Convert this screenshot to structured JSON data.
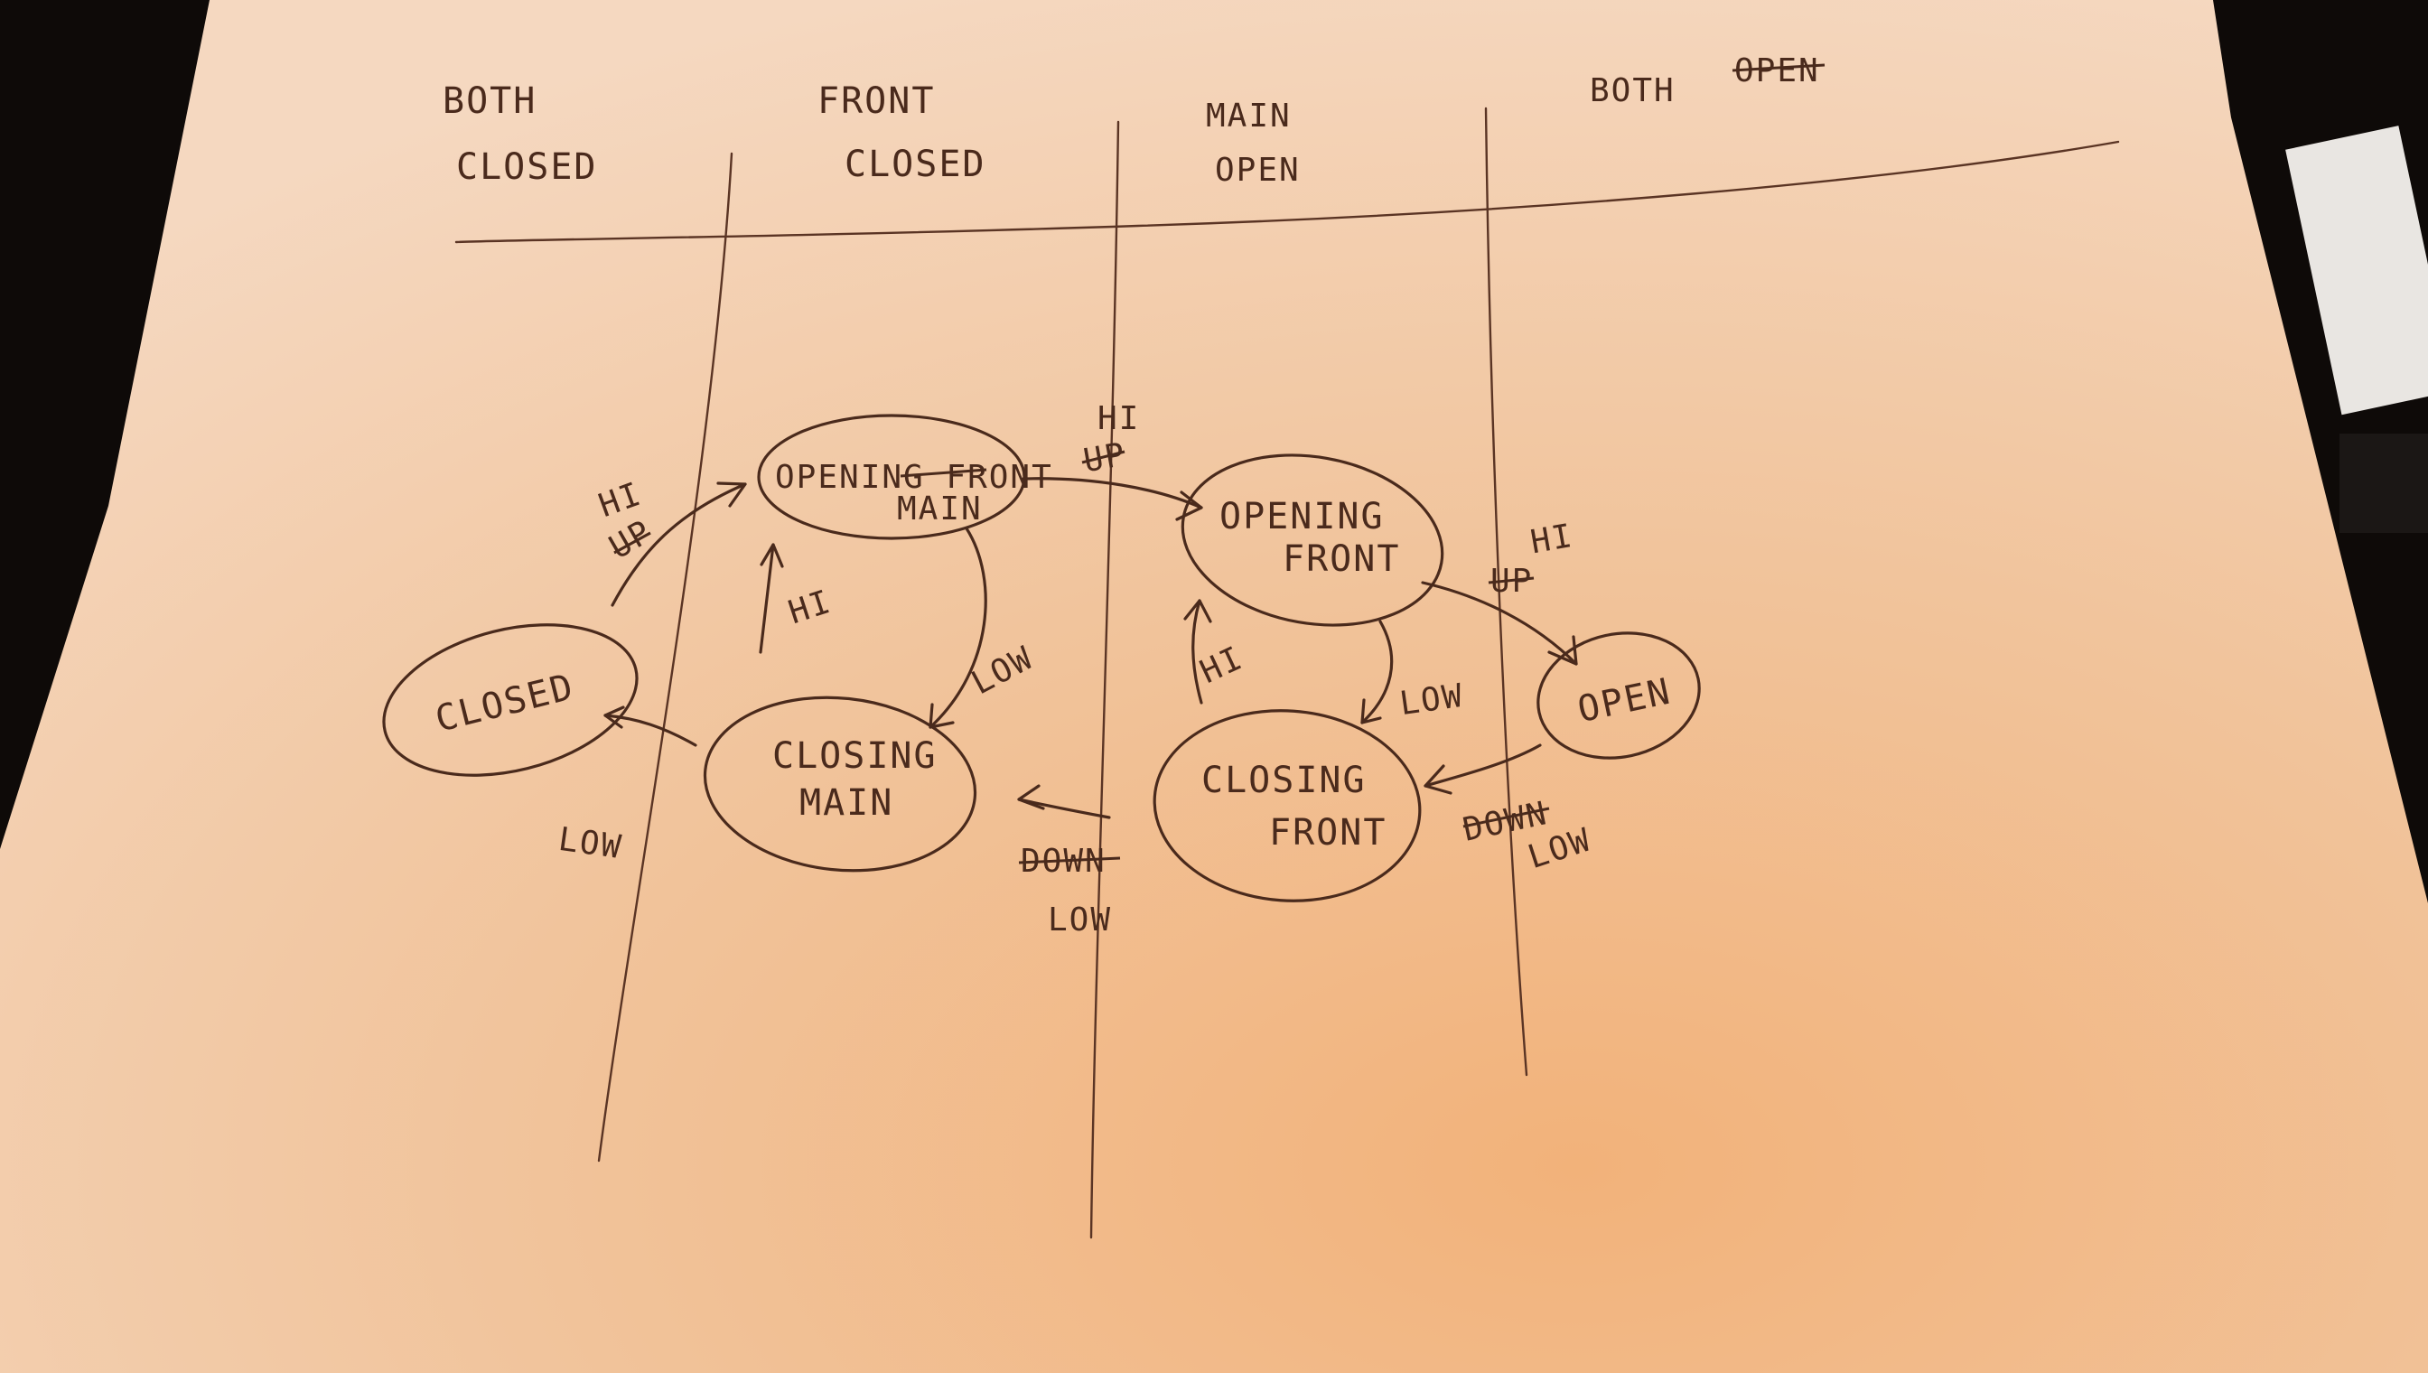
{
  "columns": {
    "both_closed": [
      "BOTH",
      "CLOSED"
    ],
    "front_closed": [
      "FRONT",
      "CLOSED"
    ],
    "main_open": [
      "MAIN",
      "OPEN"
    ],
    "both_open": [
      "BOTH",
      "OPEN"
    ]
  },
  "states": {
    "closed": [
      "CLOSED"
    ],
    "opening_main": [
      "OPENING FRONT",
      "MAIN"
    ],
    "closing_main": [
      "CLOSING",
      "MAIN"
    ],
    "opening_front": [
      "OPENING",
      "FRONT"
    ],
    "closing_front": [
      "CLOSING",
      "FRONT"
    ],
    "open": [
      "OPEN"
    ]
  },
  "transitions": {
    "closed_to_opening_main": [
      "HI",
      "UP"
    ],
    "closing_main_to_opening_main": [
      "HI"
    ],
    "opening_main_to_closing_main": [
      "LOW"
    ],
    "closing_main_to_closed": [
      "LOW"
    ],
    "opening_main_to_opening_front": [
      "HI",
      "UP"
    ],
    "closing_front_to_opening_front": [
      "HI"
    ],
    "opening_front_to_closing_front": [
      "LOW"
    ],
    "closing_front_to_closing_main": [
      "DOWN",
      "LOW"
    ],
    "opening_front_to_open": [
      "HI",
      "UP"
    ],
    "open_to_closing_front": [
      "DOWN",
      "LOW"
    ]
  },
  "colors": {
    "paper": "#f4c79a",
    "ink": "#4a2a1c",
    "background": "#0e0a08"
  }
}
